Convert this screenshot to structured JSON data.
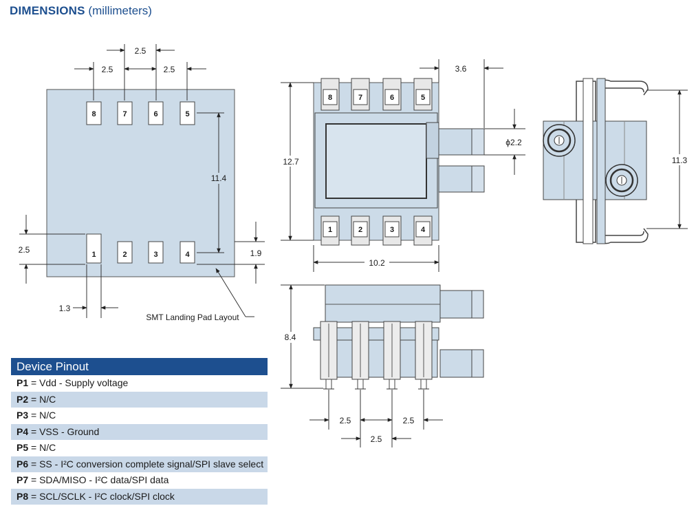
{
  "title": {
    "main": "DIMENSIONS",
    "sub": "(millimeters)"
  },
  "layout_view": {
    "top_pins": [
      "8",
      "7",
      "6",
      "5"
    ],
    "bottom_pins": [
      "1",
      "2",
      "3",
      "4"
    ],
    "dims": {
      "pitch_top": "2.5",
      "pitch_left": "2.5",
      "pitch_right": "2.5",
      "row_span": "11.4",
      "pad_length": "2.5",
      "pad_offset": "1.9",
      "pad_width": "1.3"
    },
    "callout": "SMT Landing Pad Layout"
  },
  "top_view": {
    "top_pins": [
      "8",
      "7",
      "6",
      "5"
    ],
    "bottom_pins": [
      "1",
      "2",
      "3",
      "4"
    ],
    "dims": {
      "height": "12.7",
      "width": "10.2",
      "port_length": "3.6",
      "port_diameter": "ϕ2.2"
    }
  },
  "side_view": {
    "dims": {
      "height": "11.3"
    }
  },
  "front_view": {
    "dims": {
      "height": "8.4",
      "pitch_left": "2.5",
      "pitch_mid": "2.5",
      "pitch_right": "2.5"
    }
  },
  "pinout": {
    "header": "Device Pinout",
    "rows": [
      {
        "pin": "P1",
        "desc": " = Vdd - Supply voltage"
      },
      {
        "pin": "P2",
        "desc": " = N/C"
      },
      {
        "pin": "P3",
        "desc": " = N/C"
      },
      {
        "pin": "P4",
        "desc": " = VSS - Ground"
      },
      {
        "pin": "P5",
        "desc": " = N/C"
      },
      {
        "pin": "P6",
        "desc": " = SS - I²C conversion complete signal/SPI slave select"
      },
      {
        "pin": "P7",
        "desc": " = SDA/MISO - I²C data/SPI data"
      },
      {
        "pin": "P8",
        "desc": " = SCL/SCLK - I²C clock/SPI clock"
      }
    ]
  }
}
